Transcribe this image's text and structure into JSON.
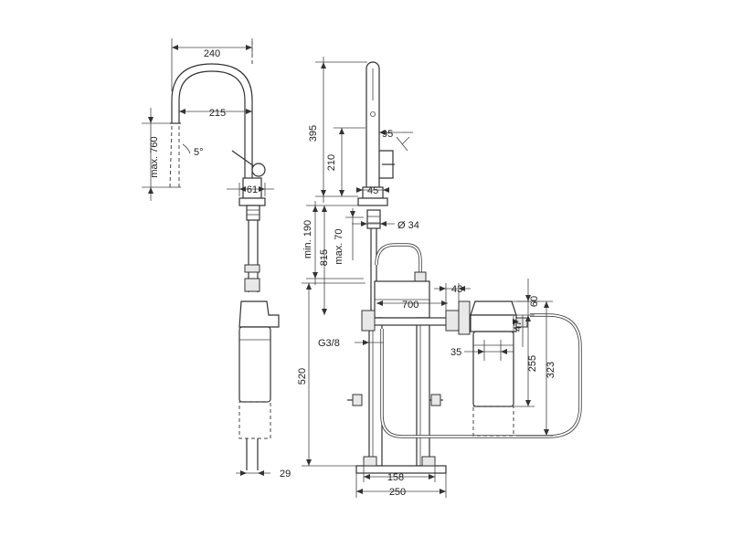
{
  "dimensions": {
    "d240": "240",
    "d215": "215",
    "dmax760": "max. 760",
    "d5deg": "5°",
    "d61": "61",
    "d29": "29",
    "d395": "395",
    "d210": "210",
    "d95": "95",
    "d45": "45",
    "d34": "Ø 34",
    "dmin190": "min. 190",
    "dmax70": "max. 70",
    "d815": "815",
    "d700": "700",
    "d43": "43",
    "d60": "60",
    "d47": "47",
    "dg38": "G3/8",
    "d35": "35",
    "d255": "255",
    "d323": "323",
    "d520": "520",
    "d158": "158",
    "d250": "250"
  }
}
